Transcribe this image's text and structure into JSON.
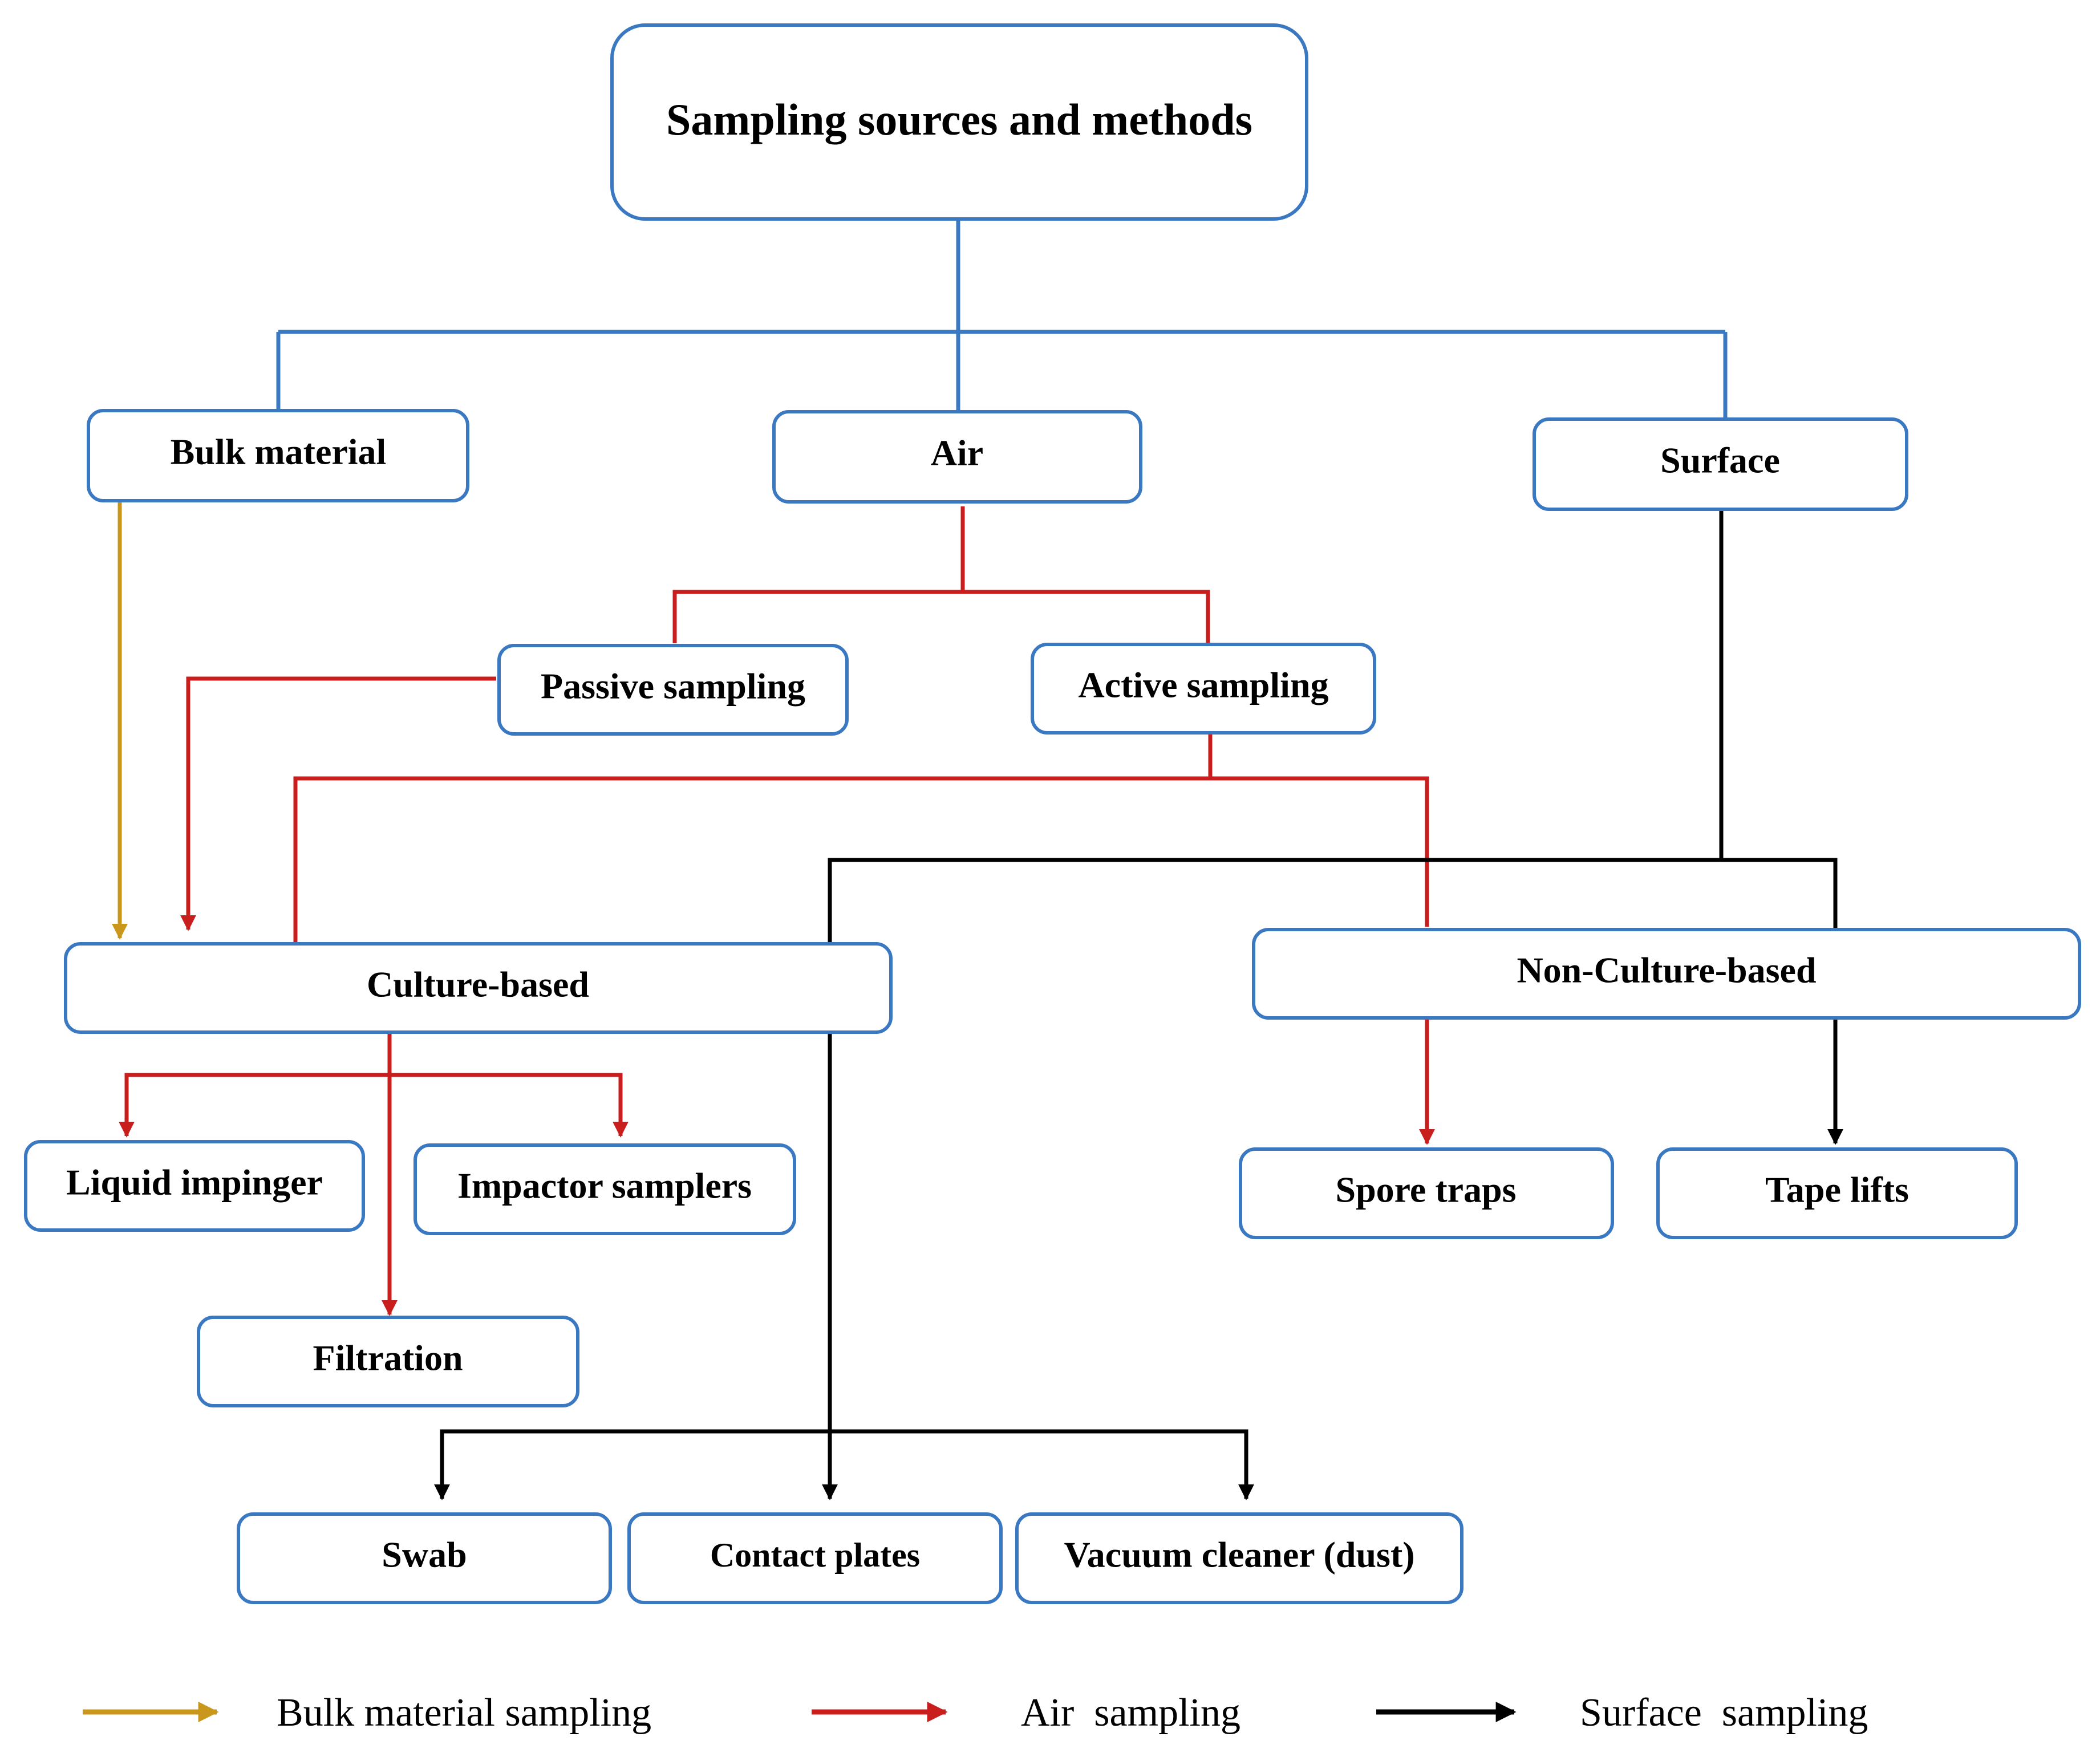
{
  "title": "Sampling sources and methods",
  "sources": {
    "bulk": "Bulk material",
    "air": "Air",
    "surface": "Surface"
  },
  "air_methods": {
    "passive": "Passive sampling",
    "active": "Active sampling"
  },
  "categories": {
    "culture": "Culture-based",
    "non_culture": "Non-Culture-based"
  },
  "culture_methods": {
    "liquid_impinger": "Liquid impinger",
    "impactor_samplers": "Impactor samplers",
    "filtration": "Filtration"
  },
  "non_culture_methods": {
    "spore_traps": "Spore traps",
    "tape_lifts": "Tape lifts"
  },
  "surface_methods": {
    "swab": "Swab",
    "contact_plates": "Contact plates",
    "vacuum": "Vacuum cleaner (dust)"
  },
  "legend": {
    "bulk": "Bulk material sampling",
    "air": "Air  sampling",
    "surface": "Surface  sampling"
  },
  "colors": {
    "hierarchy_line": "#3a78c2",
    "bulk_arrow": "#c9971c",
    "air_arrow": "#c81e1e",
    "surface_arrow": "#000000",
    "box_border": "#3a78c2"
  }
}
